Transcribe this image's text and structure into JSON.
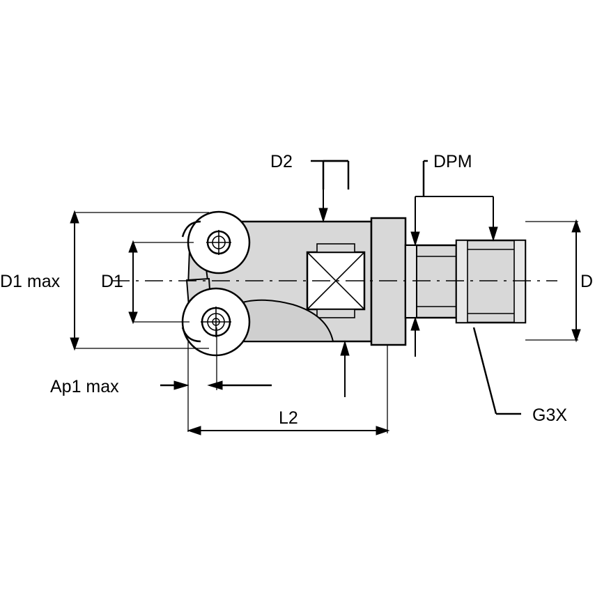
{
  "diagram": {
    "title": "Technical drawing - indexable milling cutter with modular shank",
    "type": "engineering-dimension-drawing",
    "background": "#ffffff",
    "line_color": "#000000",
    "body_fill": "#d8d8d8",
    "light_fill": "#e8e8e8",
    "white_fill": "#ffffff"
  },
  "labels": {
    "d1max": "D1 max",
    "d1": "D1",
    "d2": "D2",
    "dpm": "DPM",
    "d": "D",
    "g3x": "G3X",
    "ap1max": "Ap1 max",
    "l2": "L2"
  }
}
